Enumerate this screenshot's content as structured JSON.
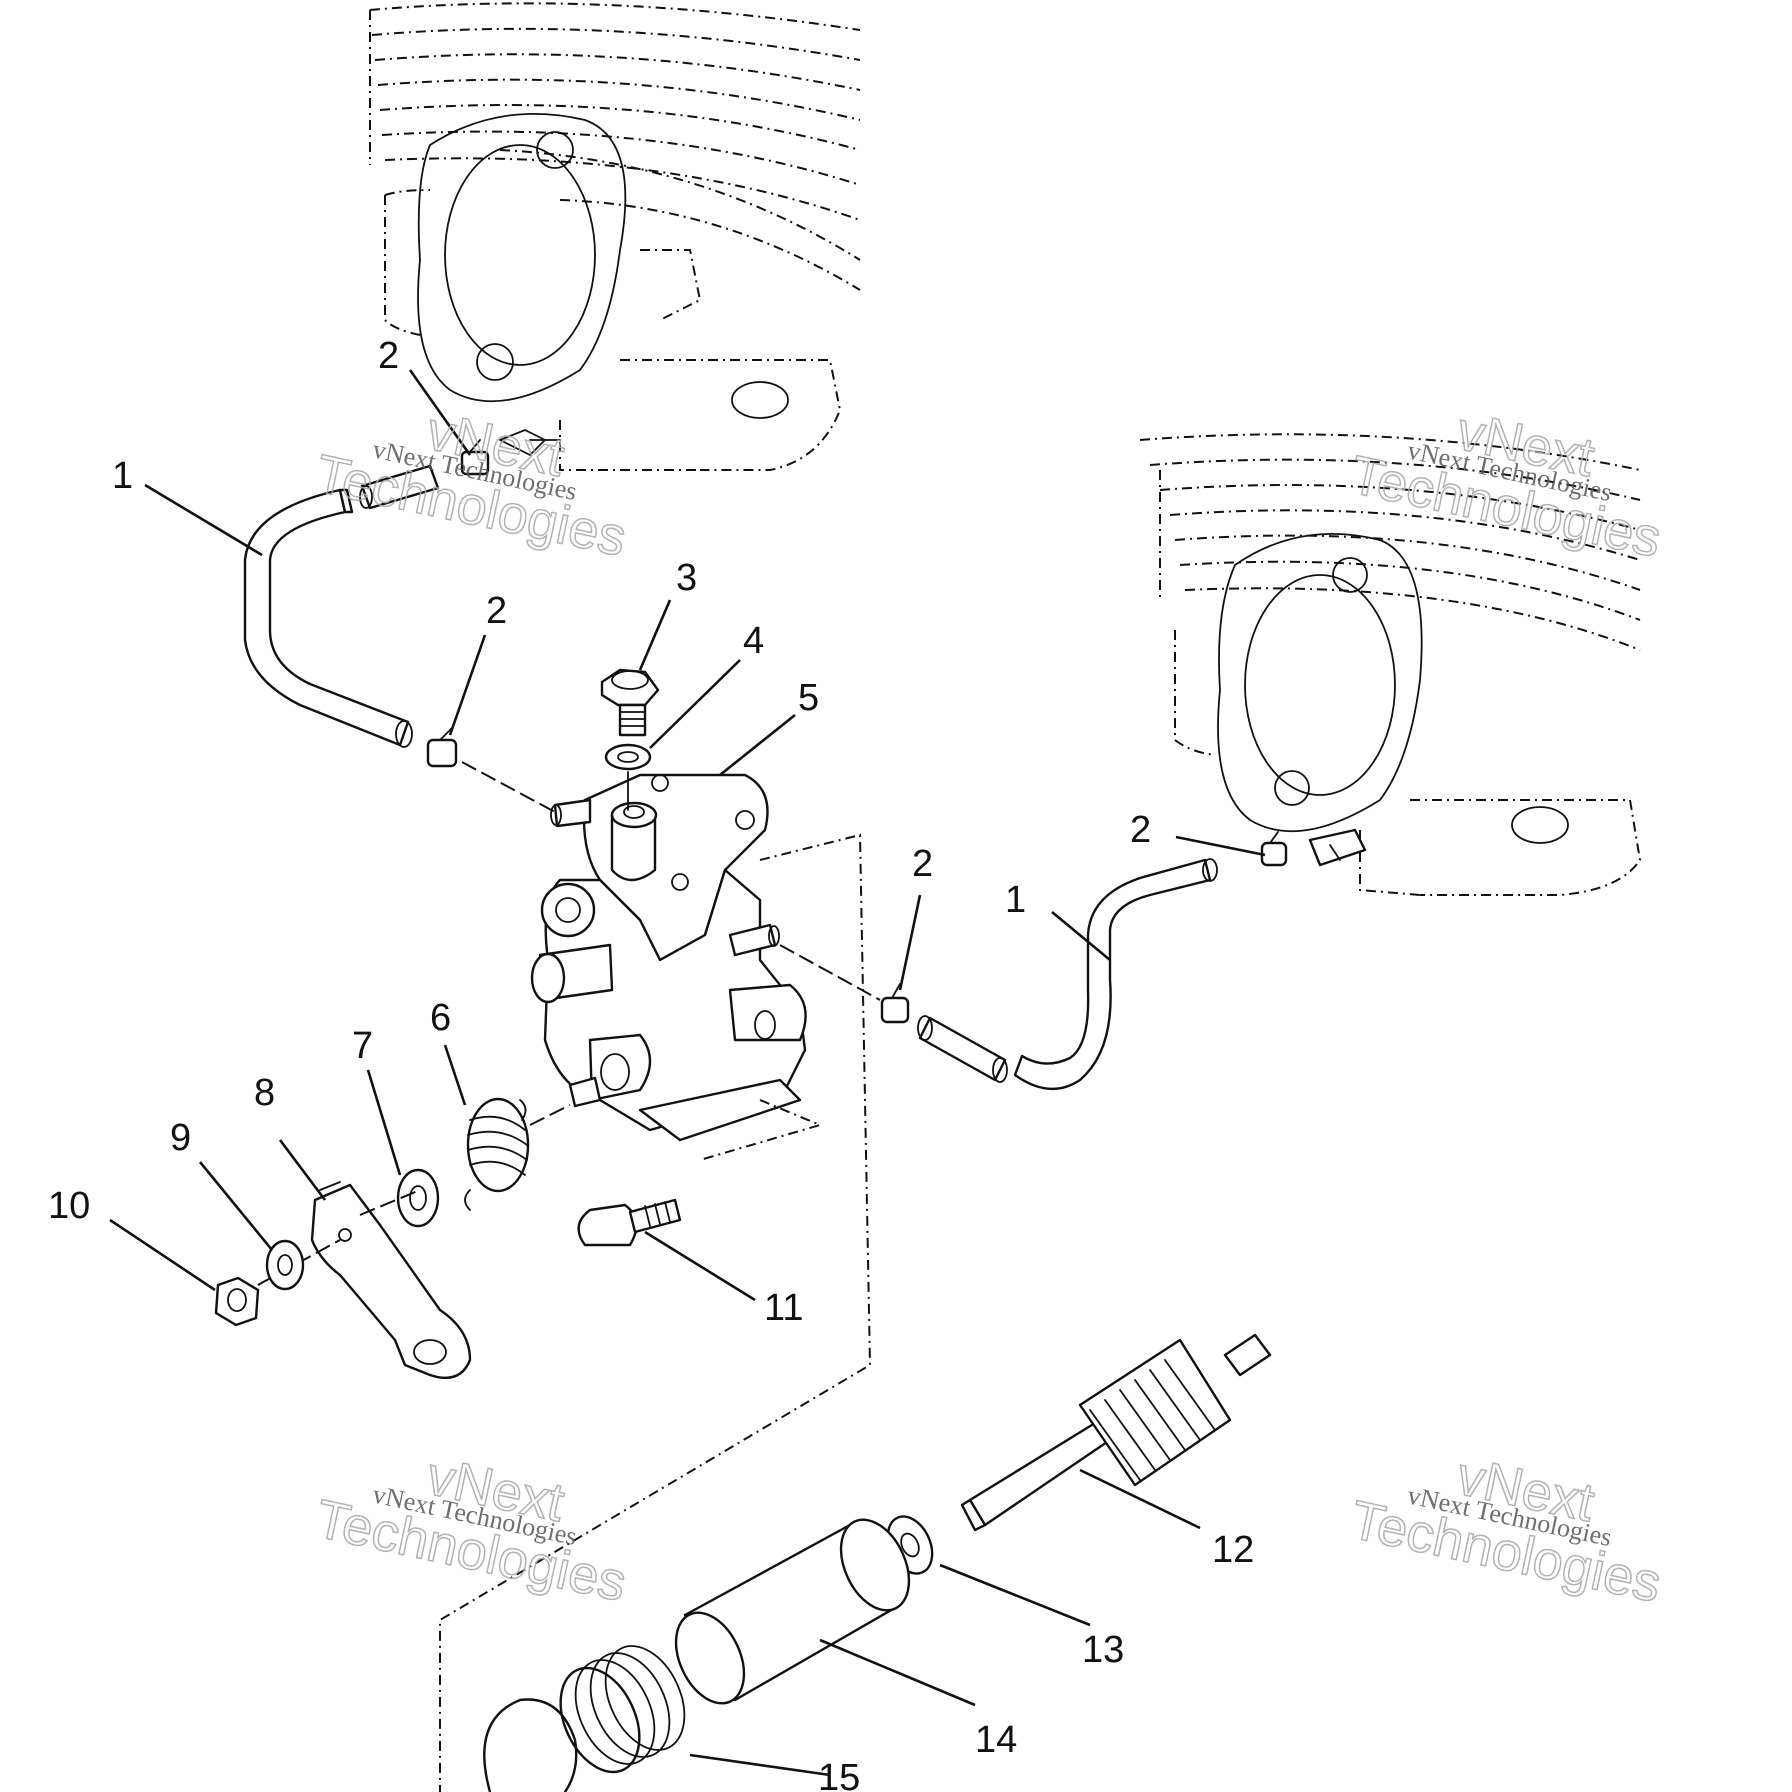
{
  "callouts": {
    "c1a": "1",
    "c1b": "1",
    "c2a": "2",
    "c2b": "2",
    "c2c": "2",
    "c2d": "2",
    "c3": "3",
    "c4": "4",
    "c5": "5",
    "c6": "6",
    "c7": "7",
    "c8": "8",
    "c9": "9",
    "c10": "10",
    "c11": "11",
    "c12": "12",
    "c13": "13",
    "c14": "14",
    "c15": "15"
  },
  "watermarks": [
    {
      "line1": "vNext Technologies",
      "line2": "vNext",
      "line3": "Technologies"
    },
    {
      "line1": "vNext Technologies",
      "line2": "vNext",
      "line3": "Technologies"
    },
    {
      "line1": "vNext Technologies",
      "line2": "vNext",
      "line3": "Technologies"
    },
    {
      "line1": "vNext Technologies",
      "line2": "vNext",
      "line3": "Technologies"
    }
  ]
}
